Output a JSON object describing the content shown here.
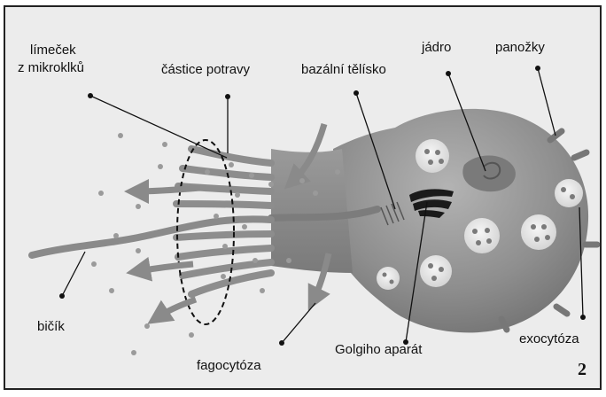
{
  "labels": {
    "limecek_line1": "límeček",
    "limecek_line2": "z mikroklků",
    "castice": "částice potravy",
    "bazalni": "bazální tělísko",
    "jadro": "jádro",
    "panozky": "panožky",
    "bicik": "bičík",
    "fagocytoza": "fagocytóza",
    "golgi": "Golgiho aparát",
    "exocytoza": "exocytóza"
  },
  "figure_number": "2"
}
